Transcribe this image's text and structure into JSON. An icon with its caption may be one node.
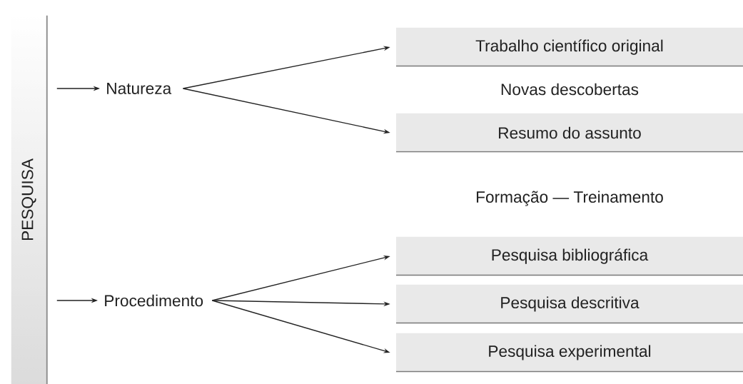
{
  "diagram": {
    "nodes": [
      {
        "text": [
          "PESQUISA"
        ]
      },
      {
        "text": [
          "Natureza"
        ]
      },
      {
        "text": [
          "Trabalho científico original"
        ]
      },
      {
        "text": [
          "Resumo do assunto"
        ]
      },
      {
        "text": [
          "Procedimento"
        ]
      },
      {
        "text": [
          "Pesquisa bibliográfica"
        ]
      },
      {
        "text": [
          "Pesquisa descritiva"
        ]
      },
      {
        "text": [
          "Pesquisa experimental"
        ]
      }
    ],
    "edges": [
      {
        "from": 0,
        "to": 1,
        "arrow": "to"
      },
      {
        "from": 1,
        "to": 2,
        "arrow": "to"
      },
      {
        "from": 1,
        "to": 3,
        "arrow": "to"
      },
      {
        "from": 0,
        "to": 4,
        "arrow": "to"
      },
      {
        "from": 4,
        "to": 5,
        "arrow": "to"
      },
      {
        "from": 4,
        "to": 6,
        "arrow": "to"
      },
      {
        "from": 4,
        "to": 7,
        "arrow": "to"
      }
    ],
    "labels": [
      "Novas descobertas",
      "Formação — Treinamento"
    ]
  }
}
